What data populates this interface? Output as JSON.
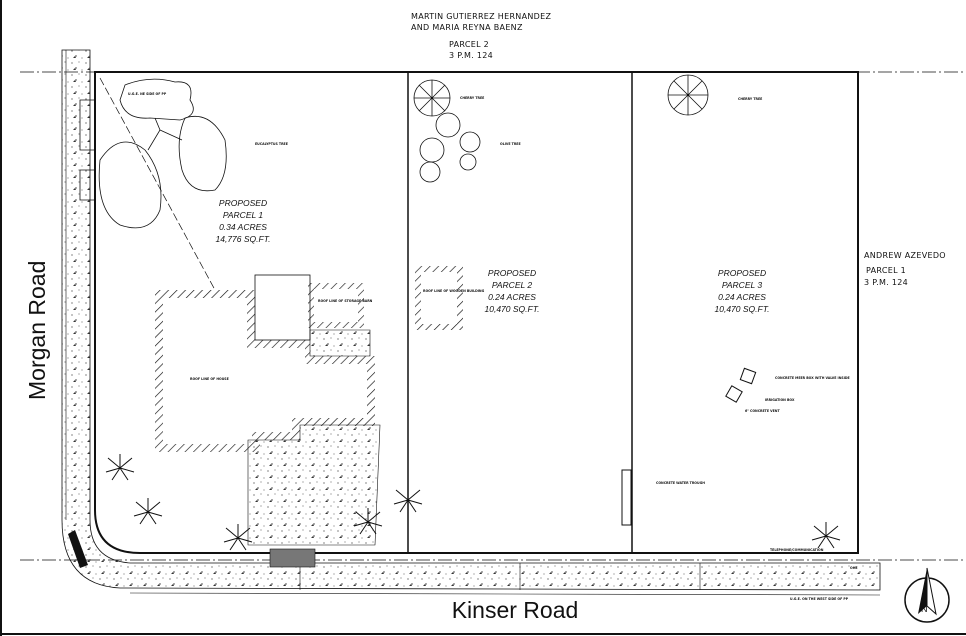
{
  "adjacent_owners": {
    "north": {
      "line1": "MARTIN GUTIERREZ HERNANDEZ",
      "line2": "AND MARIA REYNA BAENZ",
      "parcel": "PARCEL 2",
      "ref": "3 P.M. 124"
    },
    "east": {
      "line1": "ANDREW AZEVEDO",
      "parcel": "PARCEL 1",
      "ref": "3 P.M. 124"
    }
  },
  "parcels": [
    {
      "title": "PROPOSED",
      "name": "PARCEL 1",
      "acres": "0.34 ACRES",
      "sqft": "14,776 SQ.FT."
    },
    {
      "title": "PROPOSED",
      "name": "PARCEL 2",
      "acres": "0.24 ACRES",
      "sqft": "10,470 SQ.FT."
    },
    {
      "title": "PROPOSED",
      "name": "PARCEL 3",
      "acres": "0.24 ACRES",
      "sqft": "10,470 SQ.FT."
    }
  ],
  "roads": {
    "west": "Morgan Road",
    "south": "Kinser Road"
  },
  "annotations": {
    "house": "ROOF LINE OF HOUSE",
    "barn": "ROOF LINE OF STORAGE BARN",
    "wood_building": "ROOF LINE OF WOODEN BUILDING",
    "eucalyptus": "EUCALYPTUS TREE",
    "cherry1": "CHERRY TREE",
    "olive": "OLIVE TREE",
    "cherry2": "CHERRY TREE",
    "meter_box": "CONCRETE MEER BOX WITH VALVE INSIDE",
    "irrigation": "IRRIGATION BOX",
    "vent": "6\" CONCRETE VENT",
    "trough": "CONCRETE WATER TROUGH",
    "telephone": "TELEPHONE/COMMUNICATION",
    "pp_corner": "U.G.E. NE SIDE OF PP",
    "pp_south": "U.G.E. ON THE WEST SIDE OF PP",
    "ohe": "OHE"
  },
  "north_arrow_icon": "north-arrow-icon",
  "colors": {
    "ink": "#111111",
    "paper": "#ffffff"
  }
}
